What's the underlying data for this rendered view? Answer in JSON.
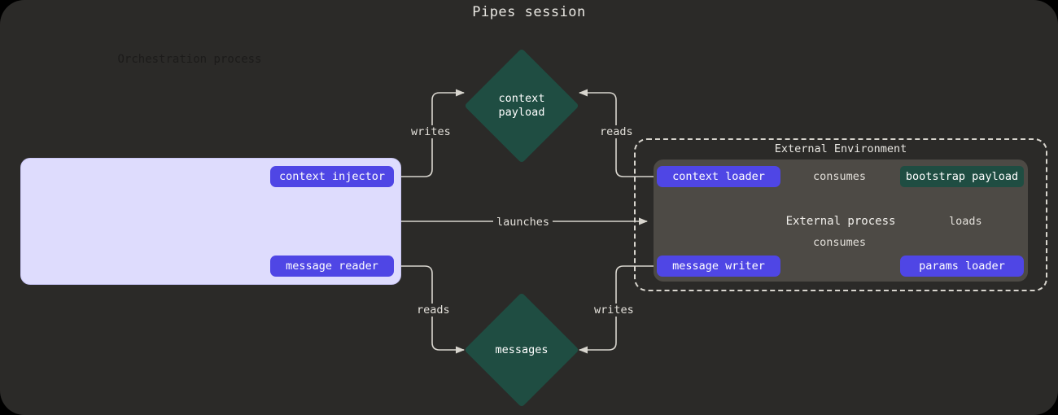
{
  "diagram": {
    "title": "Pipes session",
    "background_color": "#2b2a28",
    "accent_purple": "#4f46e5",
    "accent_teal": "#1f4d42",
    "orchestration_bg": "#dedcfd",
    "external_process_bg": "#4d4a45"
  },
  "orchestration": {
    "label": "Orchestration process",
    "nodes": {
      "context_injector": "context injector",
      "message_reader": "message reader"
    }
  },
  "external_environment": {
    "label": "External Environment",
    "process_label": "External process",
    "nodes": {
      "context_loader": "context loader",
      "message_writer": "message writer",
      "params_loader": "params loader",
      "bootstrap_payload": "bootstrap payload"
    }
  },
  "datastores": {
    "context_payload_line1": "context",
    "context_payload_line2": "payload",
    "messages": "messages"
  },
  "edges": {
    "writes_context": "writes",
    "reads_context": "reads",
    "launches": "launches",
    "reads_messages": "reads",
    "writes_messages": "writes",
    "consumes_context": "consumes",
    "consumes_message": "consumes",
    "loads_params": "loads"
  }
}
